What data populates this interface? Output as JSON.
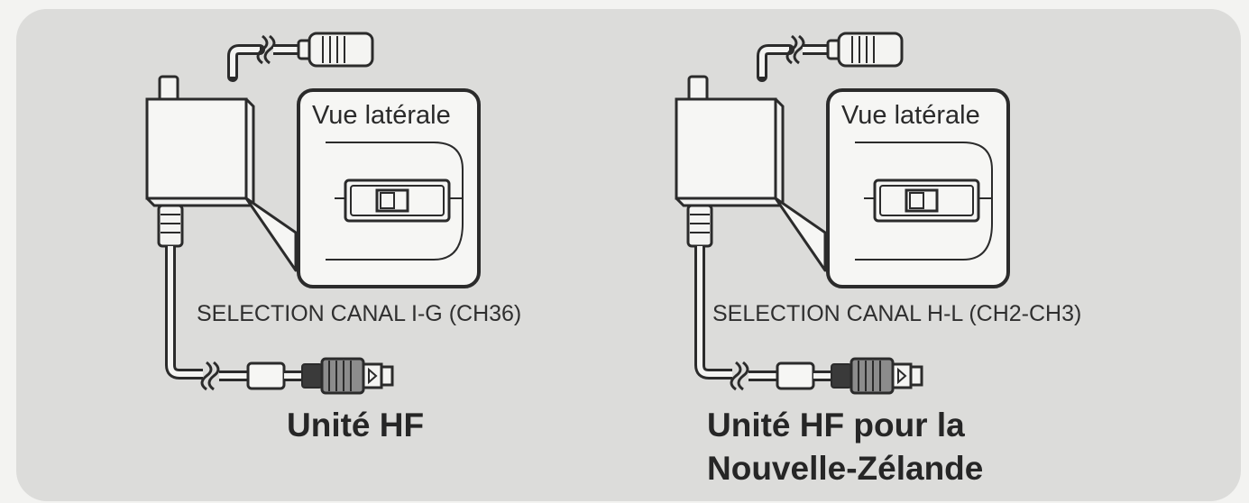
{
  "units": [
    {
      "inset_label": "Vue latérale",
      "caption": "SELECTION CANAL I-G (CH36)",
      "title_line1": "Unité HF",
      "title_line2": ""
    },
    {
      "inset_label": "Vue latérale",
      "caption": "SELECTION CANAL H-L (CH2-CH3)",
      "title_line1": "Unité HF pour la",
      "title_line2": "Nouvelle-Zélande"
    }
  ]
}
